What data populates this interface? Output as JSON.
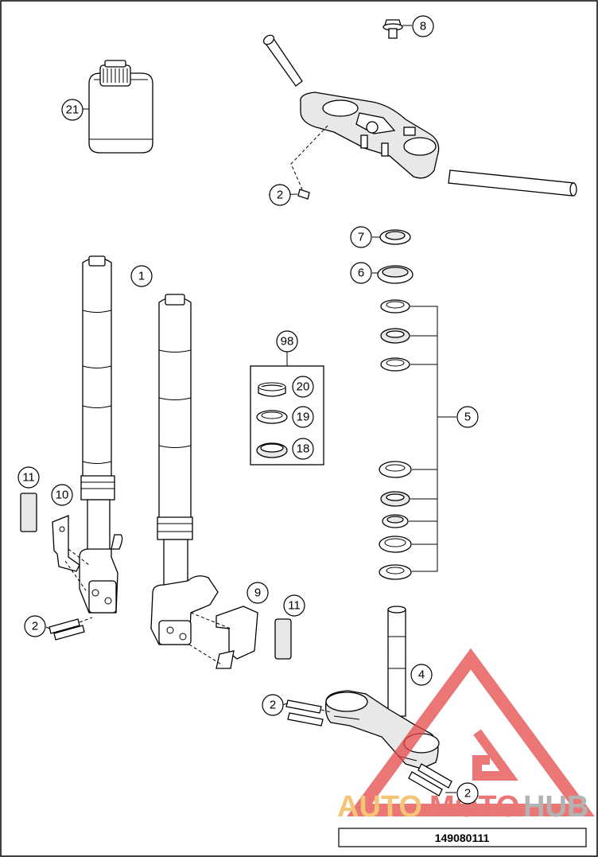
{
  "diagram": {
    "id": "149080111",
    "callouts": {
      "c1": "1",
      "c2a": "2",
      "c2b": "2",
      "c2c": "2",
      "c2d": "2",
      "c4": "4",
      "c5": "5",
      "c6": "6",
      "c7": "7",
      "c8": "8",
      "c9": "9",
      "c10": "10",
      "c11a": "11",
      "c11b": "11",
      "c18": "18",
      "c19": "19",
      "c20": "20",
      "c21": "21",
      "c98": "98"
    }
  },
  "watermark": {
    "part1": "AUTO",
    "part2": "MOTO",
    "part3": "HUB",
    "colors": {
      "orange": "#f2b24a",
      "red": "#e34a47",
      "grey": "#9a9a9a"
    }
  }
}
